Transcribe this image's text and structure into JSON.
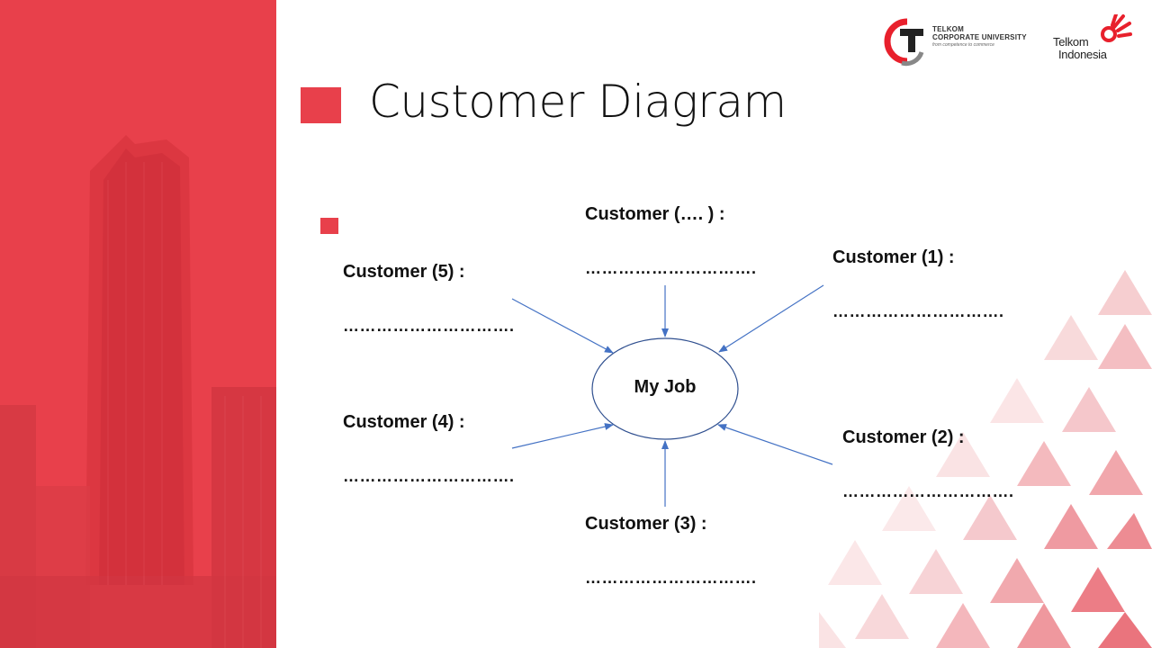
{
  "slide": {
    "title": "Customer Diagram",
    "center_node": "My Job",
    "customers": [
      {
        "id": "top",
        "label": "Customer (…. ) :",
        "value": "…………………………."
      },
      {
        "id": "c1",
        "label": "Customer (1)  :",
        "value": "…………………………."
      },
      {
        "id": "c2",
        "label": "Customer (2)  :",
        "value": "…………………………."
      },
      {
        "id": "c3",
        "label": "Customer (3)  :",
        "value": "…………………………."
      },
      {
        "id": "c4",
        "label": "Customer (4)  :",
        "value": "…………………………."
      },
      {
        "id": "c5",
        "label": "Customer (5)  :",
        "value": "…………………………."
      }
    ]
  },
  "logos": {
    "tcu_line1": "TELKOM",
    "tcu_line2": "CORPORATE UNIVERSITY",
    "tcu_tagline": "from competence to commerce",
    "ti_line1": "Telkom",
    "ti_line2": "Indonesia"
  },
  "colors": {
    "accent": "#e8404b",
    "arrow": "#4472c4"
  }
}
